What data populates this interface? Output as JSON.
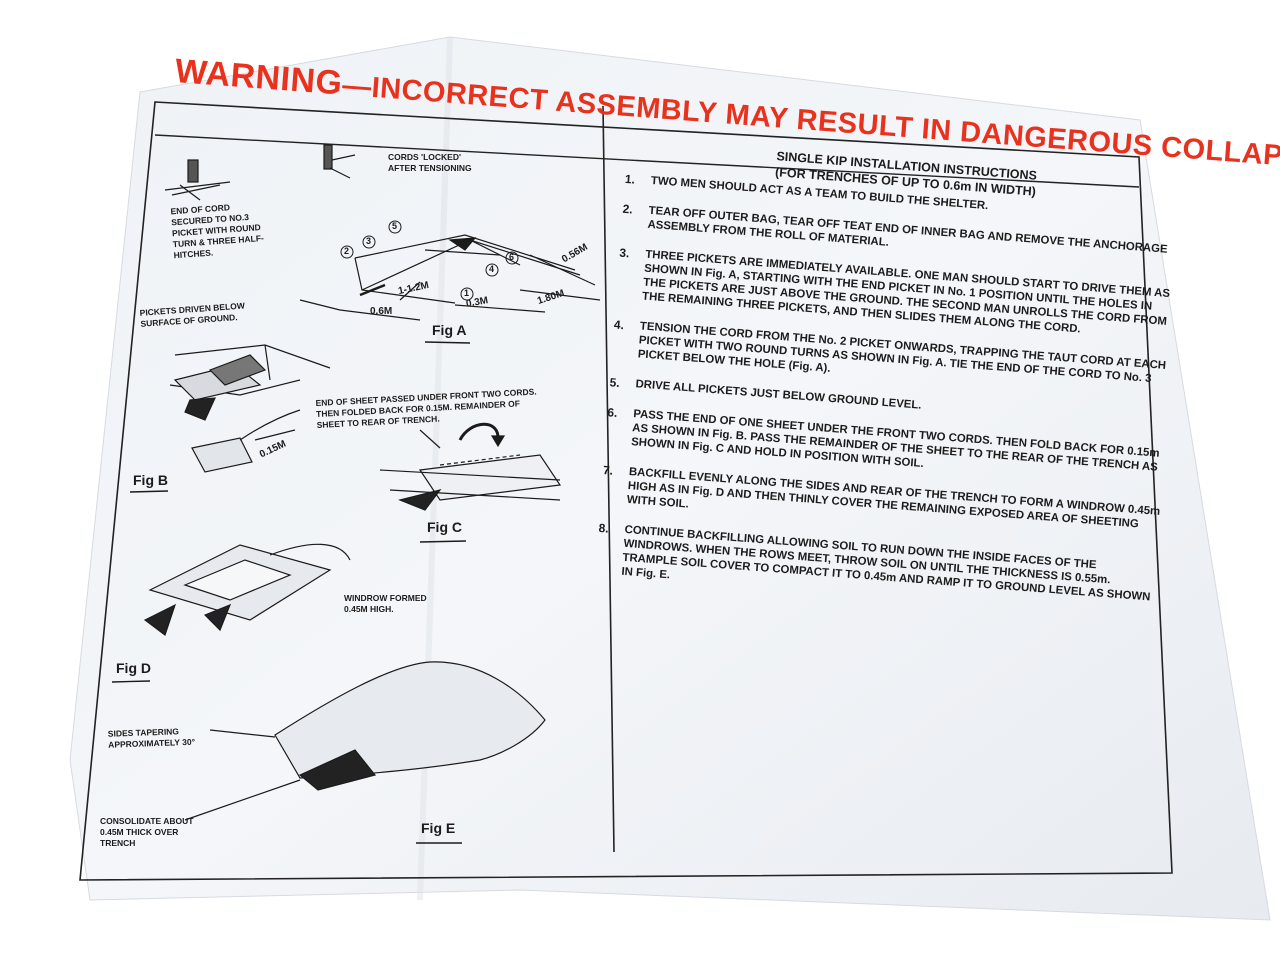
{
  "warning": {
    "title": "WARNING",
    "dash": "—",
    "rest": "INCORRECT ASSEMBLY MAY RESULT IN DANGEROUS COLLAPSE"
  },
  "figures": {
    "fig_a": "Fig A",
    "fig_b": "Fig B",
    "fig_c": "Fig C",
    "fig_d": "Fig D",
    "fig_e": "Fig E"
  },
  "labels": {
    "end_of_cord": "END OF CORD SECURED TO No.3 PICKET WITH ROUND TURN & THREE HALF-HITCHES.",
    "cords_locked": "CORDS 'LOCKED' AFTER TENSIONING",
    "pickets_driven": "PICKETS DRIVEN BELOW SURFACE OF GROUND.",
    "end_of_sheet": "END OF SHEET PASSED UNDER FRONT TWO CORDS. THEN FOLDED BACK FOR 0.15m. REMAINDER OF SHEET TO REAR OF TRENCH.",
    "windrow": "WINDROW FORMED 0.45m HIGH.",
    "sides_tapering": "SIDES TAPERING APPROXIMATELY 30°",
    "consolidate": "CONSOLIDATE ABOUT 0.45m THICK OVER TRENCH"
  },
  "dimensions": {
    "d056": "0.56m",
    "d180": "1.80m",
    "d112": "1-1.2m",
    "d03": "0.3m",
    "d06": "0.6m",
    "d015": "0.15m",
    "n1": "1",
    "n2": "2",
    "n3": "3",
    "n4": "4",
    "n5": "5",
    "n6": "6"
  },
  "instructions": {
    "heading1": "SINGLE KIP INSTALLATION INSTRUCTIONS",
    "heading2": "(FOR TRENCHES OF UP TO 0.6m IN WIDTH)",
    "steps": [
      {
        "num": "1.",
        "text": "TWO MEN SHOULD ACT AS A TEAM TO BUILD THE SHELTER."
      },
      {
        "num": "2.",
        "text": "TEAR OFF OUTER BAG, TEAR OFF TEAT END OF INNER BAG AND REMOVE THE ANCHORAGE ASSEMBLY FROM THE ROLL OF MATERIAL."
      },
      {
        "num": "3.",
        "text": "THREE PICKETS ARE IMMEDIATELY AVAILABLE. ONE MAN SHOULD START TO DRIVE THEM AS SHOWN IN Fig. A, STARTING WITH THE END PICKET IN No. 1 POSITION UNTIL THE HOLES IN THE PICKETS ARE JUST ABOVE THE GROUND. THE SECOND MAN UNROLLS THE CORD FROM THE REMAINING THREE PICKETS, AND THEN SLIDES THEM ALONG THE CORD."
      },
      {
        "num": "4.",
        "text": "TENSION THE CORD FROM THE No. 2 PICKET ONWARDS, TRAPPING THE TAUT CORD AT EACH PICKET WITH TWO ROUND TURNS AS SHOWN IN Fig. A. TIE THE END OF THE CORD TO No. 3 PICKET BELOW THE HOLE (Fig. A)."
      },
      {
        "num": "5.",
        "text": "DRIVE ALL PICKETS JUST BELOW GROUND LEVEL."
      },
      {
        "num": "6.",
        "text": "PASS THE END OF ONE SHEET UNDER THE FRONT TWO CORDS. THEN FOLD BACK FOR 0.15m AS SHOWN IN Fig. B. PASS THE REMAINDER OF THE SHEET TO THE REAR OF THE TRENCH AS SHOWN IN Fig. C AND HOLD IN POSITION WITH SOIL."
      },
      {
        "num": "7.",
        "text": "BACKFILL EVENLY ALONG THE SIDES AND REAR OF THE TRENCH TO FORM A WINDROW 0.45m HIGH AS IN Fig. D AND THEN THINLY COVER THE REMAINING EXPOSED AREA OF SHEETING WITH SOIL."
      },
      {
        "num": "8.",
        "text": "CONTINUE BACKFILLING ALLOWING SOIL TO RUN DOWN THE INSIDE FACES OF THE WINDROWS. WHEN THE ROWS MEET, THROW SOIL ON UNTIL THE THICKNESS IS 0.55m. TRAMPLE SOIL COVER TO COMPACT IT TO 0.45m AND RAMP IT TO GROUND LEVEL AS SHOWN IN Fig. E."
      }
    ]
  },
  "colors": {
    "warning_red": "#e8321e",
    "paper": "#f2f5f8",
    "ink": "#1b1b1b"
  }
}
